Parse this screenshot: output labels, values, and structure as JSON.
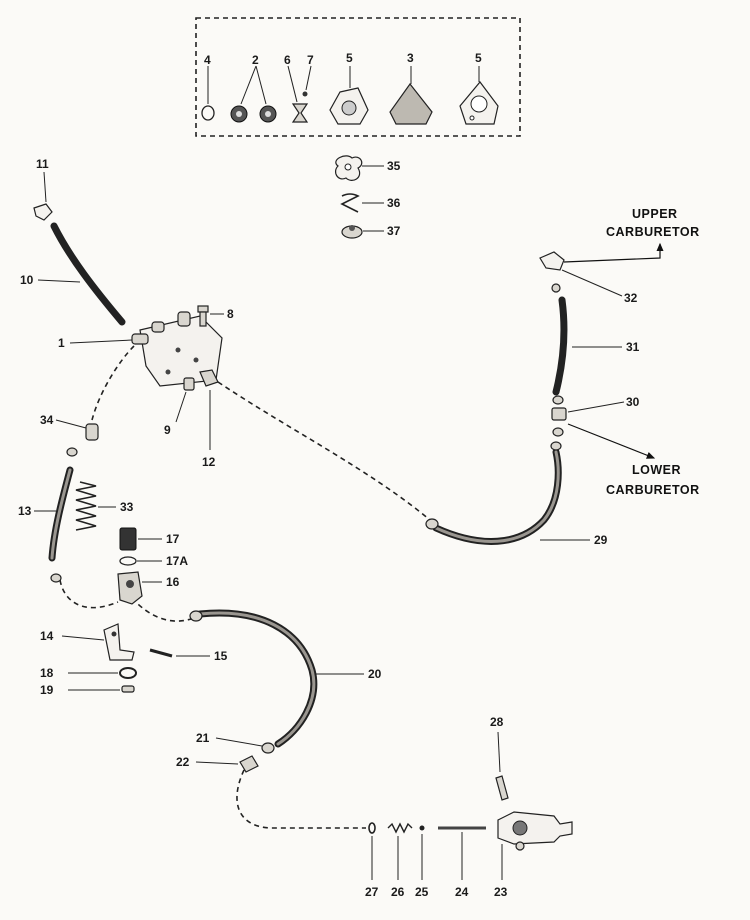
{
  "labels": {
    "upper_carburetor": [
      "UPPER",
      "CARBURETOR"
    ],
    "lower_carburetor": [
      "LOWER",
      "CARBURETOR"
    ]
  },
  "callouts": {
    "n1": "1",
    "n2": "2",
    "n3": "3",
    "n4": "4",
    "n5a": "5",
    "n5b": "5",
    "n6": "6",
    "n7": "7",
    "n8": "8",
    "n9": "9",
    "n10": "10",
    "n11": "11",
    "n12": "12",
    "n13": "13",
    "n14": "14",
    "n15": "15",
    "n16": "16",
    "n17": "17",
    "n17a": "17A",
    "n18": "18",
    "n19": "19",
    "n20": "20",
    "n21": "21",
    "n22": "22",
    "n23": "23",
    "n24": "24",
    "n25": "25",
    "n26": "26",
    "n27": "27",
    "n28": "28",
    "n29": "29",
    "n30": "30",
    "n31": "31",
    "n32": "32",
    "n33": "33",
    "n34": "34",
    "n35": "35",
    "n36": "36",
    "n37": "37"
  }
}
